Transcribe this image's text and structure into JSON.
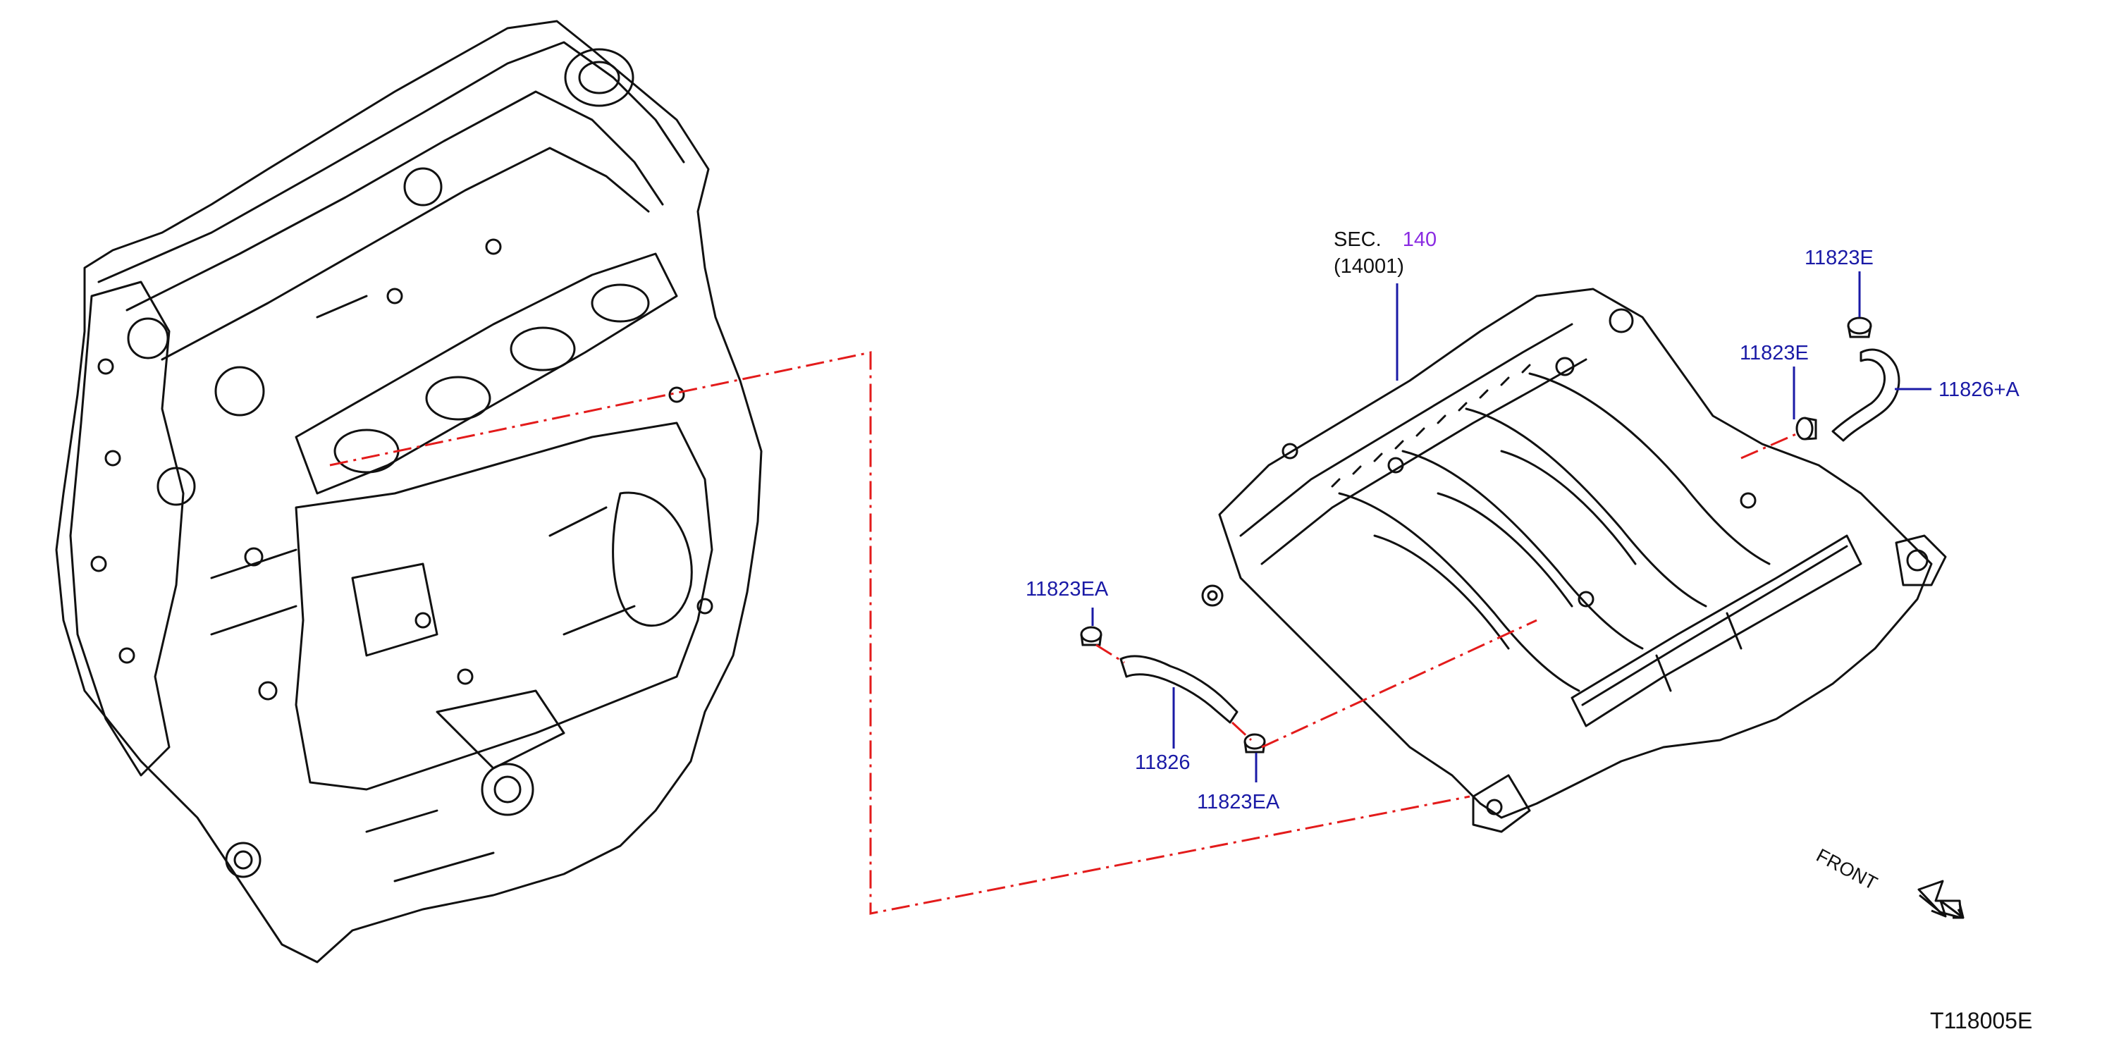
{
  "diagram": {
    "section_prefix": "SEC.",
    "section_number": "140",
    "section_subref": "(14001)",
    "figure_code": "T118005E",
    "front_label": "FRONT",
    "part_labels": {
      "clamp_top": "11823E",
      "clamp_mid": "11823E",
      "hose_a": "11826+A",
      "clamp_ea_top": "11823EA",
      "hose": "11826",
      "clamp_ea_bottom": "11823EA"
    },
    "colors": {
      "line_art": "#111111",
      "callout_text": "#1a1aa6",
      "section_link": "#8a2be2",
      "dash_dot_leader": "#e31b1b"
    }
  }
}
